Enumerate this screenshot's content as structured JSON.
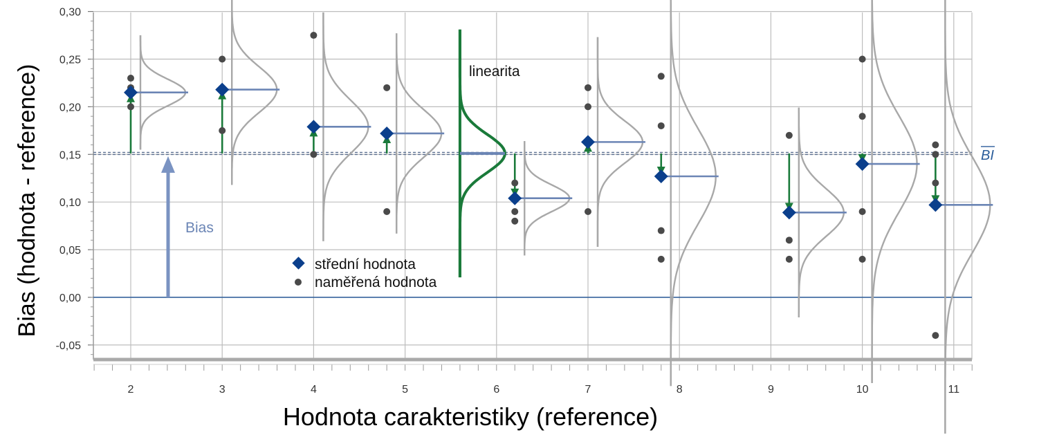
{
  "chart_data": {
    "type": "scatter",
    "xlabel": "Hodnota carakteristiky (reference)",
    "ylabel": "Bias (hodnota - reference)",
    "x_ticks": [
      2,
      3,
      4,
      5,
      6,
      7,
      8,
      9,
      10,
      11
    ],
    "y_ticks": [
      "-0,05",
      "0,00",
      "0,05",
      "0,10",
      "0,15",
      "0,20",
      "0,25",
      "0,30"
    ],
    "xlim": [
      1.6,
      11.2
    ],
    "ylim": [
      -0.065,
      0.3
    ],
    "overall_mean_bias": 0.151,
    "overall_mean_label": "BI",
    "legend": [
      {
        "name": "střední hodnota",
        "marker": "diamond"
      },
      {
        "name": "naměřená hodnota",
        "marker": "circle"
      }
    ],
    "annotations": {
      "linearity": "linearita",
      "bias": "Bias"
    },
    "groups": [
      {
        "x": 2.0,
        "mean": 0.215,
        "measured": [
          0.23,
          0.22,
          0.2
        ],
        "sd": 0.014,
        "span": 0.06
      },
      {
        "x": 3.0,
        "mean": 0.218,
        "measured": [
          0.25,
          0.175
        ],
        "sd": 0.024,
        "span": 0.1
      },
      {
        "x": 4.0,
        "mean": 0.179,
        "measured": [
          0.275,
          0.15
        ],
        "sd": 0.028,
        "span": 0.12
      },
      {
        "x": 4.8,
        "mean": 0.172,
        "measured": [
          0.22,
          0.09
        ],
        "sd": 0.025,
        "span": 0.105
      },
      {
        "x": 6.2,
        "mean": 0.104,
        "measured": [
          0.12,
          0.09,
          0.08
        ],
        "sd": 0.014,
        "span": 0.06
      },
      {
        "x": 7.0,
        "mean": 0.163,
        "measured": [
          0.22,
          0.2,
          0.09
        ],
        "sd": 0.022,
        "span": 0.11
      },
      {
        "x": 7.8,
        "mean": 0.127,
        "measured": [
          0.232,
          0.18,
          0.07,
          0.04
        ],
        "sd": 0.05,
        "span": 0.22
      },
      {
        "x": 9.2,
        "mean": 0.089,
        "measured": [
          0.17,
          0.06,
          0.04
        ],
        "sd": 0.025,
        "span": 0.11
      },
      {
        "x": 10.0,
        "mean": 0.14,
        "measured": [
          0.25,
          0.19,
          0.09,
          0.04
        ],
        "sd": 0.05,
        "span": 0.23
      },
      {
        "x": 10.8,
        "mean": 0.097,
        "measured": [
          0.16,
          0.15,
          0.12,
          -0.04
        ],
        "sd": 0.05,
        "span": 0.24
      }
    ],
    "linearity_curve": {
      "x": 5.6,
      "mean": 0.151,
      "sd": 0.02,
      "span": 0.13
    },
    "colors": {
      "mean_marker": "#0b3f8c",
      "measured_marker": "#4a4a4a",
      "arrow": "#1a7a3a",
      "mean_line": "#6b85b5",
      "curve": "#a8a8a8",
      "grid": "#bdbdbd",
      "zero_line": "#2a5c9a",
      "bias_arrow": "#7a93c2",
      "linearity_curve": "#1a7a3a"
    }
  }
}
